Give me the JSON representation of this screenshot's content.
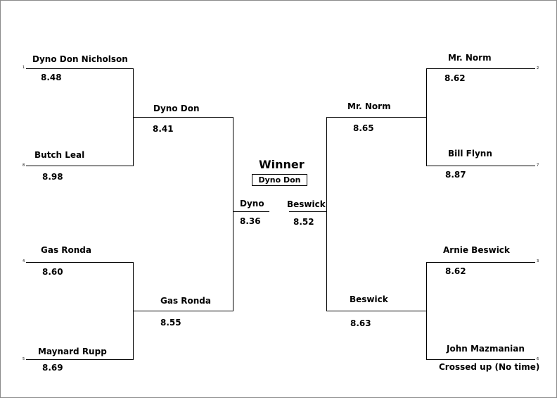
{
  "bracket": {
    "winner_title": "Winner",
    "winner_name": "Dyno Don",
    "left": {
      "r1": [
        {
          "seed": "1",
          "name": "Dyno Don Nicholson",
          "time": "8.48"
        },
        {
          "seed": "8",
          "name": "Butch Leal",
          "time": "8.98"
        },
        {
          "seed": "4",
          "name": "Gas Ronda",
          "time": "8.60"
        },
        {
          "seed": "5",
          "name": "Maynard Rupp",
          "time": "8.69"
        }
      ],
      "r2": [
        {
          "name": "Dyno Don",
          "time": "8.41"
        },
        {
          "name": "Gas Ronda",
          "time": "8.55"
        }
      ],
      "final": {
        "name": "Dyno",
        "time": "8.36"
      }
    },
    "right": {
      "r1": [
        {
          "seed": "2",
          "name": "Mr. Norm",
          "time": "8.62"
        },
        {
          "seed": "7",
          "name": "Bill Flynn",
          "time": "8.87"
        },
        {
          "seed": "3",
          "name": "Arnie Beswick",
          "time": "8.62"
        },
        {
          "seed": "6",
          "name": "John Mazmanian",
          "time": "Crossed up (No time)"
        }
      ],
      "r2": [
        {
          "name": "Mr. Norm",
          "time": "8.65"
        },
        {
          "name": "Beswick",
          "time": "8.63"
        }
      ],
      "final": {
        "name": "Beswick",
        "time": "8.52"
      }
    }
  }
}
